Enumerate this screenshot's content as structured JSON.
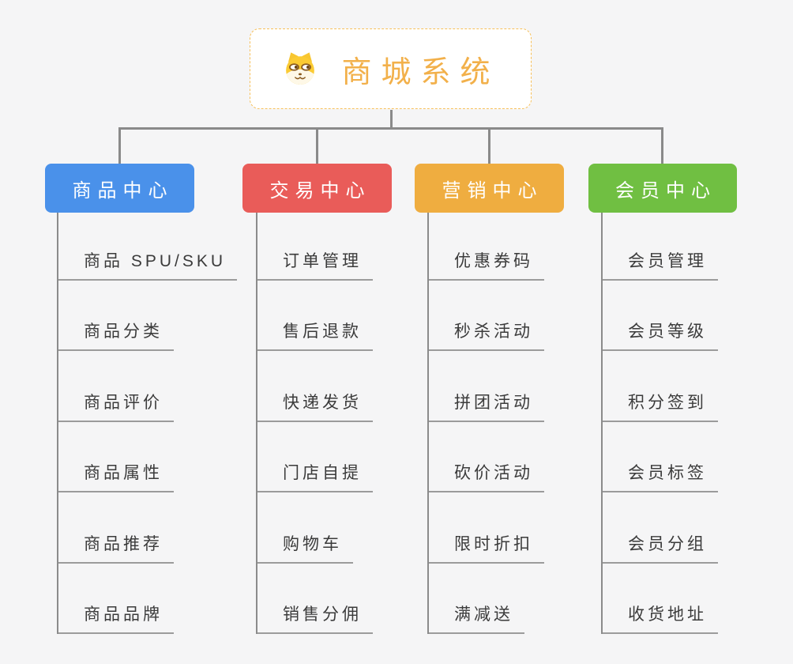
{
  "canvas": {
    "background": "#F5F5F6"
  },
  "root": {
    "title": "商城系统",
    "icon": "shiba-dog-icon",
    "text_color": "#F2B04A",
    "border_color": "#F7C05A"
  },
  "connector_color": "#8A8A8A",
  "branches": [
    {
      "label": "商品中心",
      "color": "#4A91EA",
      "items": [
        "商品 SPU/SKU",
        "商品分类",
        "商品评价",
        "商品属性",
        "商品推荐",
        "商品品牌"
      ]
    },
    {
      "label": "交易中心",
      "color": "#E95C59",
      "items": [
        "订单管理",
        "售后退款",
        "快递发货",
        "门店自提",
        "购物车",
        "销售分佣"
      ]
    },
    {
      "label": "营销中心",
      "color": "#EFAD40",
      "items": [
        "优惠券码",
        "秒杀活动",
        "拼团活动",
        "砍价活动",
        "限时折扣",
        "满减送"
      ]
    },
    {
      "label": "会员中心",
      "color": "#70BF42",
      "items": [
        "会员管理",
        "会员等级",
        "积分签到",
        "会员标签",
        "会员分组",
        "收货地址"
      ]
    }
  ]
}
